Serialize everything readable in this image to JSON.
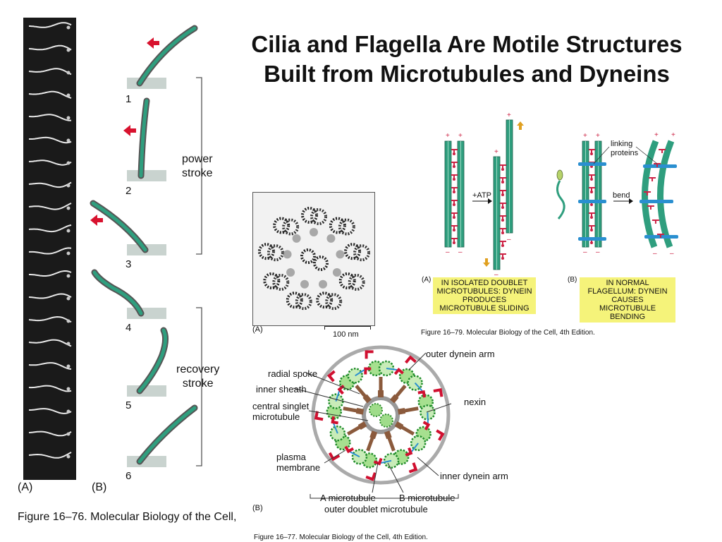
{
  "title": {
    "line1": "Cilia and Flagella Are Motile Structures",
    "line2": "Built from Microtubules and Dyneins"
  },
  "fig76": {
    "panel_a_label": "(A)",
    "panel_b_label": "(B)",
    "stage_numbers": [
      "1",
      "2",
      "3",
      "4",
      "5",
      "6"
    ],
    "power_stroke": {
      "line1": "power",
      "line2": "stroke"
    },
    "recovery_stroke": {
      "line1": "recovery",
      "line2": "stroke"
    },
    "caption": "Figure 16–76. Molecular Biology of the Cell,"
  },
  "fig77": {
    "panel_a_label": "(A)",
    "scale_bar": "100 nm",
    "panel_b_label": "(B)",
    "labels": {
      "outer_dynein_arm": "outer dynein arm",
      "radial_spoke": "radial spoke",
      "inner_sheath": "inner sheath",
      "central_singlet_1": "central singlet",
      "central_singlet_2": "microtubule",
      "nexin": "nexin",
      "plasma_membrane_1": "plasma",
      "plasma_membrane_2": "membrane",
      "inner_dynein_arm": "inner dynein arm",
      "a_microtubule": "A microtubule",
      "b_microtubule": "B microtubule",
      "outer_doublet": "outer doublet microtubule"
    },
    "caption": "Figure 16–77. Molecular Biology of the Cell, 4th Edition."
  },
  "fig79": {
    "panel_a_label": "(A)",
    "panel_b_label": "(B)",
    "atp_label": "+ATP",
    "bend_label": "bend",
    "linking_proteins_1": "linking",
    "linking_proteins_2": "proteins",
    "box_a": [
      "IN ISOLATED DOUBLET",
      "MICROTUBULES: DYNEIN",
      "PRODUCES",
      "MICROTUBULE SLIDING"
    ],
    "box_b": [
      "IN NORMAL",
      "FLAGELLUM: DYNEIN",
      "CAUSES MICROTUBULE",
      "BENDING"
    ],
    "caption": "Figure 16–79. Molecular Biology of the Cell, 4th Edition.",
    "plus_sign": "+",
    "minus_sign": "–"
  },
  "colors": {
    "microtubule": "#2f9e7e",
    "dynein": "#cc2244",
    "arrow_red": "#d8122e",
    "link": "#2a8fd0",
    "yellow_box": "#f5f37a",
    "orange_arrow": "#e0a020"
  }
}
